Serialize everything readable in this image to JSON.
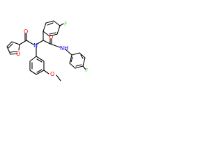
{
  "molecule": {
    "atoms": {
      "fluorine_top": "F",
      "amide_oxygen_right": "O",
      "amide_nh": "NH",
      "fluorine_right": "F",
      "carbonyl_oxygen_left": "O",
      "amine_nitrogen": "N",
      "furan_oxygen": "O",
      "methoxy_oxygen": "O"
    },
    "colors": {
      "bond": "#000000",
      "oxygen": "#ff0000",
      "nitrogen": "#0000ff",
      "fluorine": "#5fd35f"
    }
  }
}
